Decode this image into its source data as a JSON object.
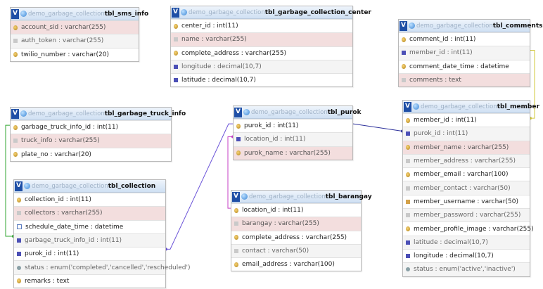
{
  "tables": [
    {
      "id": "sms_info",
      "db": "demo_garbage_collection",
      "name": "tbl_sms_info",
      "columns": [
        {
          "text": "account_sid : varchar(255)",
          "icon": "key",
          "style": "hl"
        },
        {
          "text": "auth_token : varchar(255)",
          "icon": "txt",
          "style": "alt"
        },
        {
          "text": "twilio_number : varchar(20)",
          "icon": "key",
          "style": ""
        }
      ]
    },
    {
      "id": "garbage_collection_center",
      "db": "demo_garbage_collection",
      "name": "tbl_garbage_collection_center",
      "columns": [
        {
          "text": "center_id : int(11)",
          "icon": "key",
          "style": ""
        },
        {
          "text": "name : varchar(255)",
          "icon": "txt",
          "style": "hl"
        },
        {
          "text": "complete_address : varchar(255)",
          "icon": "key",
          "style": ""
        },
        {
          "text": "longitude : decimal(10,7)",
          "icon": "fk",
          "style": "alt"
        },
        {
          "text": "latitude : decimal(10,7)",
          "icon": "fk",
          "style": ""
        }
      ]
    },
    {
      "id": "comments",
      "db": "demo_garbage_collection",
      "name": "tbl_comments",
      "columns": [
        {
          "text": "comment_id : int(11)",
          "icon": "key",
          "style": ""
        },
        {
          "text": "member_id : int(11)",
          "icon": "fk",
          "style": "alt"
        },
        {
          "text": "comment_date_time : datetime",
          "icon": "key",
          "style": ""
        },
        {
          "text": "comments : text",
          "icon": "txt",
          "style": "hl"
        }
      ]
    },
    {
      "id": "garbage_truck_info",
      "db": "demo_garbage_collection",
      "name": "tbl_garbage_truck_info",
      "columns": [
        {
          "text": "garbage_truck_info_id : int(11)",
          "icon": "key",
          "style": ""
        },
        {
          "text": "truck_info : varchar(255)",
          "icon": "txt",
          "style": "hl"
        },
        {
          "text": "plate_no : varchar(20)",
          "icon": "key",
          "style": ""
        }
      ]
    },
    {
      "id": "purok",
      "db": "demo_garbage_collection",
      "name": "tbl_purok",
      "columns": [
        {
          "text": "purok_id : int(11)",
          "icon": "key",
          "style": ""
        },
        {
          "text": "location_id : int(11)",
          "icon": "fk",
          "style": "alt"
        },
        {
          "text": "purok_name : varchar(255)",
          "icon": "key",
          "style": "hl"
        }
      ]
    },
    {
      "id": "member",
      "db": "demo_garbage_collection",
      "name": "tbl_member",
      "columns": [
        {
          "text": "member_id : int(11)",
          "icon": "key",
          "style": ""
        },
        {
          "text": "purok_id : int(11)",
          "icon": "fk",
          "style": "alt"
        },
        {
          "text": "member_name : varchar(255)",
          "icon": "key",
          "style": "hl"
        },
        {
          "text": "member_address : varchar(255)",
          "icon": "txt",
          "style": "alt"
        },
        {
          "text": "member_email : varchar(100)",
          "icon": "key",
          "style": ""
        },
        {
          "text": "member_contact : varchar(50)",
          "icon": "txt",
          "style": "alt"
        },
        {
          "text": "member_username : varchar(50)",
          "icon": "idx",
          "style": ""
        },
        {
          "text": "member_password : varchar(255)",
          "icon": "txt",
          "style": "alt"
        },
        {
          "text": "member_profile_image : varchar(255)",
          "icon": "key",
          "style": ""
        },
        {
          "text": "latitude : decimal(10,7)",
          "icon": "fk",
          "style": "alt"
        },
        {
          "text": "longitude : decimal(10,7)",
          "icon": "fk",
          "style": ""
        },
        {
          "text": "status : enum('active','inactive')",
          "icon": "enm",
          "style": "alt"
        }
      ]
    },
    {
      "id": "collection",
      "db": "demo_garbage_collection",
      "name": "tbl_collection",
      "columns": [
        {
          "text": "collection_id : int(11)",
          "icon": "key",
          "style": ""
        },
        {
          "text": "collectors : varchar(255)",
          "icon": "txt",
          "style": "hl"
        },
        {
          "text": "schedule_date_time : datetime",
          "icon": "cal",
          "style": ""
        },
        {
          "text": "garbage_truck_info_id : int(11)",
          "icon": "fk",
          "style": "alt"
        },
        {
          "text": "purok_id : int(11)",
          "icon": "fk",
          "style": ""
        },
        {
          "text": "status : enum('completed','cancelled','rescheduled')",
          "icon": "enm",
          "style": "alt"
        },
        {
          "text": "remarks : text",
          "icon": "key",
          "style": ""
        }
      ]
    },
    {
      "id": "barangay",
      "db": "demo_garbage_collection",
      "name": "tbl_barangay",
      "columns": [
        {
          "text": "location_id : int(11)",
          "icon": "key",
          "style": ""
        },
        {
          "text": "barangay : varchar(255)",
          "icon": "txt",
          "style": "hl"
        },
        {
          "text": "complete_address : varchar(255)",
          "icon": "key",
          "style": ""
        },
        {
          "text": "contact : varchar(50)",
          "icon": "txt",
          "style": "alt"
        },
        {
          "text": "email_address : varchar(100)",
          "icon": "key",
          "style": ""
        }
      ]
    }
  ],
  "relations": [
    {
      "from": "comments.member_id",
      "to": "member.member_id",
      "color": "#d2c73a"
    },
    {
      "from": "member.purok_id",
      "to": "purok.purok_id",
      "color": "#2b2f9a"
    },
    {
      "from": "collection.purok_id",
      "to": "purok.purok_id",
      "color": "#6b54d8"
    },
    {
      "from": "collection.garbage_truck_info_id",
      "to": "garbage_truck_info.garbage_truck_info_id",
      "color": "#2fa52f"
    },
    {
      "from": "purok.location_id",
      "to": "barangay.location_id",
      "color": "#c43fc4"
    }
  ]
}
